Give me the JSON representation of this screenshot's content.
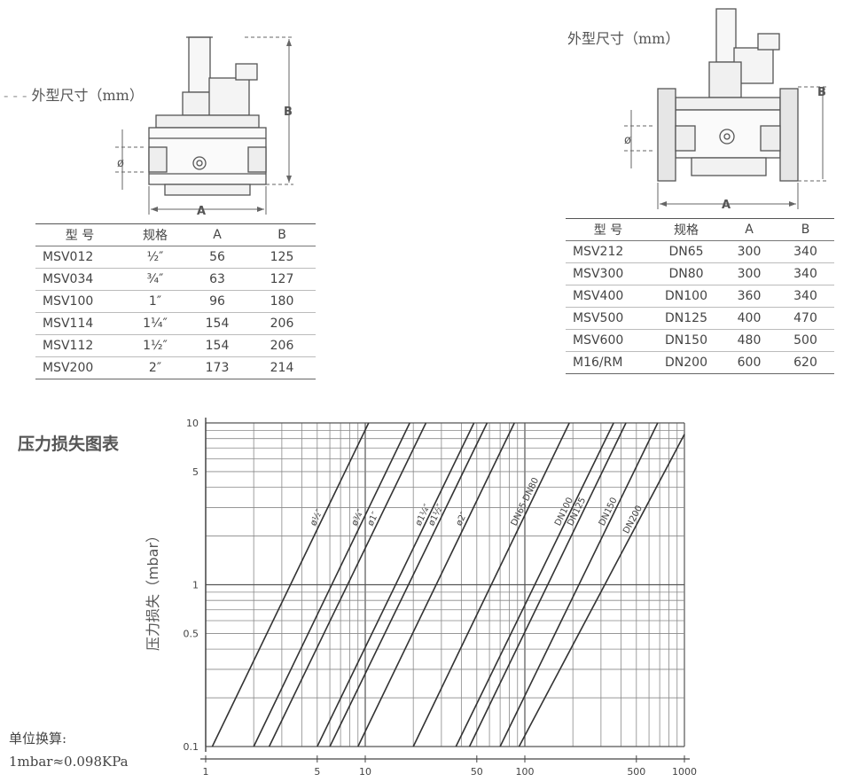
{
  "left_drawing": {
    "title": "外型尺寸（mm）",
    "labels": {
      "dia": "ø",
      "a": "A",
      "b": "B"
    }
  },
  "right_drawing": {
    "title": "外型尺寸（mm）",
    "labels": {
      "dia": "ø",
      "a": "A",
      "b": "B"
    }
  },
  "left_table": {
    "headers": [
      "型  号",
      "规格",
      "A",
      "B"
    ],
    "rows": [
      [
        "MSV012",
        "½″",
        "56",
        "125"
      ],
      [
        "MSV034",
        "¾″",
        "63",
        "127"
      ],
      [
        "MSV100",
        "1″",
        "96",
        "180"
      ],
      [
        "MSV114",
        "1¼″",
        "154",
        "206"
      ],
      [
        "MSV112",
        "1½″",
        "154",
        "206"
      ],
      [
        "MSV200",
        "2″",
        "173",
        "214"
      ]
    ]
  },
  "right_table": {
    "headers": [
      "型  号",
      "规格",
      "A",
      "B"
    ],
    "rows": [
      [
        "MSV212",
        "DN65",
        "300",
        "340"
      ],
      [
        "MSV300",
        "DN80",
        "300",
        "340"
      ],
      [
        "MSV400",
        "DN100",
        "360",
        "340"
      ],
      [
        "MSV500",
        "DN125",
        "400",
        "470"
      ],
      [
        "MSV600",
        "DN150",
        "480",
        "500"
      ],
      [
        "M16/RM",
        "DN200",
        "600",
        "620"
      ]
    ]
  },
  "pressure_chart": {
    "section_title": "压力损失图表",
    "unit_note_title": "单位换算:",
    "unit_note": "1mbar≈0.098KPa"
  },
  "chart_data": {
    "type": "line",
    "title": "",
    "xlabel": "",
    "ylabel": "压力损失（mbar）",
    "x_scale": "log",
    "y_scale": "log",
    "xlim": [
      1,
      1000
    ],
    "ylim": [
      0.1,
      10
    ],
    "x_ticks": [
      1,
      5,
      10,
      50,
      100,
      500,
      1000
    ],
    "x_tick_labels": [
      "1",
      "5",
      "10",
      "50",
      "100",
      "500",
      "1000"
    ],
    "y_ticks": [
      0.1,
      0.5,
      1,
      5,
      10
    ],
    "y_tick_labels": [
      "0.1",
      "0.5",
      "1",
      "5",
      "10"
    ],
    "grid": true,
    "series": [
      {
        "name": "ø½″",
        "points": [
          [
            1.1,
            0.1
          ],
          [
            10.5,
            10
          ]
        ]
      },
      {
        "name": "ø¾″",
        "points": [
          [
            2.0,
            0.1
          ],
          [
            19,
            10
          ]
        ]
      },
      {
        "name": "ø1″",
        "points": [
          [
            2.5,
            0.1
          ],
          [
            24,
            10
          ]
        ]
      },
      {
        "name": "ø1¼″",
        "points": [
          [
            5.0,
            0.1
          ],
          [
            48,
            10
          ]
        ]
      },
      {
        "name": "ø1½″",
        "points": [
          [
            6.0,
            0.1
          ],
          [
            58,
            10
          ]
        ]
      },
      {
        "name": "ø2″",
        "points": [
          [
            9.0,
            0.1
          ],
          [
            86,
            10
          ]
        ]
      },
      {
        "name": "DN65·DN80",
        "points": [
          [
            20,
            0.1
          ],
          [
            190,
            10
          ]
        ]
      },
      {
        "name": "DN100",
        "points": [
          [
            37,
            0.1
          ],
          [
            360,
            10
          ]
        ]
      },
      {
        "name": "DN125",
        "points": [
          [
            45,
            0.1
          ],
          [
            430,
            10
          ]
        ]
      },
      {
        "name": "DN150",
        "points": [
          [
            70,
            0.1
          ],
          [
            680,
            10
          ]
        ]
      },
      {
        "name": "DN200",
        "points": [
          [
            92,
            0.1
          ],
          [
            1000,
            8.5
          ]
        ]
      }
    ]
  }
}
